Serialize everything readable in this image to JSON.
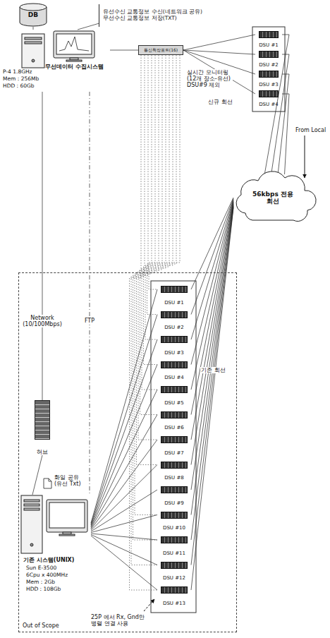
{
  "diagram": {
    "nodes": [
      {
        "text": [
          "DB"
        ]
      },
      {
        "text": [
          "유선수신 교통정보 수신(네트워크 공유)",
          "무선수신 교통정보 저장(TXT)"
        ]
      },
      {
        "text": [
          "무선데이터 수집시스템",
          "P-4 1.8GHz",
          "Mem : 256Mb",
          "HDD : 60Gb"
        ]
      },
      {
        "text": [
          "통신확장포트(16)"
        ]
      },
      {
        "text": [
          "DSU #1"
        ]
      },
      {
        "text": [
          "DSU #2"
        ]
      },
      {
        "text": [
          "DSU #3"
        ]
      },
      {
        "text": [
          "DSU #4"
        ]
      },
      {
        "text": [
          "56kbps 전용회선"
        ]
      },
      {
        "text": [
          "Out of Scope"
        ]
      },
      {
        "text": [
          "허브"
        ],
        "in": 9
      },
      {
        "text": [
          "기존 시스템(UNIX)",
          "Sun E-3500",
          "6Cpu x 400MHz",
          "Mem : 2Gb",
          "HDD : 108Gb"
        ],
        "in": 9
      },
      {
        "text": [
          "DSU #1"
        ],
        "in": 9
      },
      {
        "text": [
          "DSU #2"
        ],
        "in": 9
      },
      {
        "text": [
          "DSU #3"
        ],
        "in": 9
      },
      {
        "text": [
          "DSU #4"
        ],
        "in": 9
      },
      {
        "text": [
          "DSU #5"
        ],
        "in": 9
      },
      {
        "text": [
          "DSU #6"
        ],
        "in": 9
      },
      {
        "text": [
          "DSU #7"
        ],
        "in": 9
      },
      {
        "text": [
          "DSU #8"
        ],
        "in": 9
      },
      {
        "text": [
          "DSU #9"
        ],
        "in": 9
      },
      {
        "text": [
          "DSU #10"
        ],
        "in": 9
      },
      {
        "text": [
          "DSU #11"
        ],
        "in": 9
      },
      {
        "text": [
          "DSU #12"
        ],
        "in": 9
      },
      {
        "text": [
          "DSU #13"
        ],
        "in": 9
      }
    ],
    "edges": [
      {
        "from": 0,
        "to": 2,
        "arrow": "none"
      },
      {
        "from": 1,
        "to": 2,
        "arrow": "none"
      },
      {
        "from": 2,
        "to": 3,
        "arrow": "none"
      },
      {
        "from": 3,
        "to": 4,
        "arrow": "none"
      },
      {
        "from": 3,
        "to": 5,
        "arrow": "none"
      },
      {
        "from": 3,
        "to": 6,
        "arrow": "none"
      },
      {
        "from": 3,
        "to": 7,
        "arrow": "none"
      },
      {
        "from": 4,
        "to": 8,
        "arrow": "none"
      },
      {
        "from": 5,
        "to": 8,
        "arrow": "none"
      },
      {
        "from": 6,
        "to": 8,
        "arrow": "none"
      },
      {
        "from": 7,
        "to": 8,
        "arrow": "none"
      },
      {
        "from": 8,
        "to": 12,
        "arrow": "none"
      },
      {
        "from": 8,
        "to": 13,
        "arrow": "none"
      },
      {
        "from": 8,
        "to": 14,
        "arrow": "none"
      },
      {
        "from": 8,
        "to": 15,
        "arrow": "none"
      },
      {
        "from": 8,
        "to": 16,
        "arrow": "none"
      },
      {
        "from": 8,
        "to": 17,
        "arrow": "none"
      },
      {
        "from": 8,
        "to": 18,
        "arrow": "none"
      },
      {
        "from": 8,
        "to": 19,
        "arrow": "none"
      },
      {
        "from": 8,
        "to": 20,
        "arrow": "none"
      },
      {
        "from": 8,
        "to": 21,
        "arrow": "none"
      },
      {
        "from": 8,
        "to": 22,
        "arrow": "none"
      },
      {
        "from": 8,
        "to": 23,
        "arrow": "none"
      },
      {
        "from": 8,
        "to": 24,
        "arrow": "none"
      },
      {
        "from": 11,
        "to": 12,
        "arrow": "none"
      },
      {
        "from": 11,
        "to": 13,
        "arrow": "none"
      },
      {
        "from": 11,
        "to": 14,
        "arrow": "none"
      },
      {
        "from": 11,
        "to": 15,
        "arrow": "none"
      },
      {
        "from": 11,
        "to": 16,
        "arrow": "none"
      },
      {
        "from": 11,
        "to": 17,
        "arrow": "none"
      },
      {
        "from": 11,
        "to": 18,
        "arrow": "none"
      },
      {
        "from": 11,
        "to": 19,
        "arrow": "none"
      },
      {
        "from": 11,
        "to": 20,
        "arrow": "none"
      },
      {
        "from": 11,
        "to": 21,
        "arrow": "none"
      },
      {
        "from": 11,
        "to": 22,
        "arrow": "none"
      },
      {
        "from": 11,
        "to": 23,
        "arrow": "none"
      },
      {
        "from": 11,
        "to": 24,
        "arrow": "none"
      },
      {
        "from": 2,
        "to": 10,
        "label": "Network (10/100Mbps)",
        "arrow": "none"
      },
      {
        "from": 10,
        "to": 11,
        "arrow": "none"
      },
      {
        "from": 2,
        "to": 11,
        "label": "FTP",
        "arrow": "none"
      },
      {
        "from": 3,
        "to": 12,
        "arrow": "none"
      },
      {
        "from": 3,
        "to": 13,
        "arrow": "none"
      },
      {
        "from": 3,
        "to": 14,
        "arrow": "none"
      },
      {
        "from": 3,
        "to": 15,
        "arrow": "none"
      },
      {
        "from": 3,
        "to": 16,
        "arrow": "none"
      },
      {
        "from": 3,
        "to": 17,
        "arrow": "none"
      },
      {
        "from": 3,
        "to": 18,
        "arrow": "none"
      },
      {
        "from": 3,
        "to": 19,
        "arrow": "none"
      },
      {
        "from": 3,
        "to": 21,
        "arrow": "none"
      },
      {
        "from": 3,
        "to": 22,
        "arrow": "none"
      },
      {
        "from": 3,
        "to": 23,
        "arrow": "none"
      },
      {
        "from": 3,
        "to": 24,
        "arrow": "none"
      }
    ],
    "labels": [
      "From Local",
      "신규 회선",
      "실시간 모니터링 (12개 장소-유선) DSU#9 제외",
      "기존 회선",
      "화일 공유 (유선 Txt)",
      "25P 에서 Rx, Gnd만 병렬 연결 사용"
    ]
  }
}
